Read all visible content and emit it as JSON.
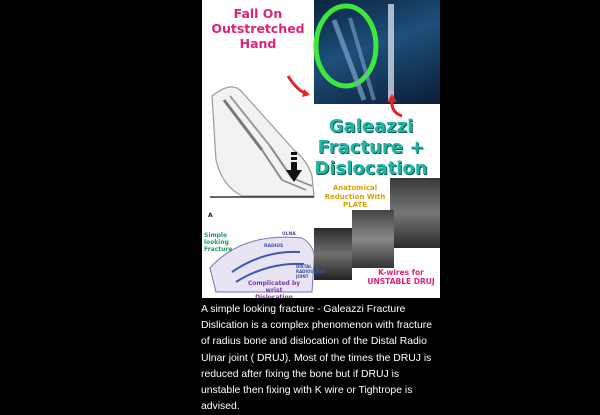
{
  "infographic": {
    "fall_title": "Fall On Outstretched Hand",
    "main_title": "Galeazzi Fracture + Dislocation",
    "reduction_label": "Anatomical Reduction With PLATE",
    "kwire_label": "K-wires for UNSTABLE DRUJ",
    "simple_label": "Simple looking Fracture",
    "complicated_label": "Complicated by wrist Dislocation",
    "ulna_label": "ULNA",
    "radius_label": "RADIUS",
    "druj_label": "DISTAL RADIOULNAR JOINT",
    "panel_letter": "A",
    "colors": {
      "pink": "#e0217a",
      "teal": "#1fb6a4",
      "green_circle": "#3ee83a",
      "arrow_red": "#e1252b",
      "gold": "#d7a100"
    },
    "icons": [
      "down-arrow-icon",
      "curved-arrow-icon"
    ]
  },
  "caption": {
    "text": "A simple looking fracture - Galeazzi Fracture Dislication is a complex phenomenon with fracture of radius bone and dislocation of the Distal Radio Ulnar joint ( DRUJ). Most of the times the DRUJ is reduced after fixing the bone but if DRUJ is unstable then fixing with K wire or Tightrope is advised."
  }
}
